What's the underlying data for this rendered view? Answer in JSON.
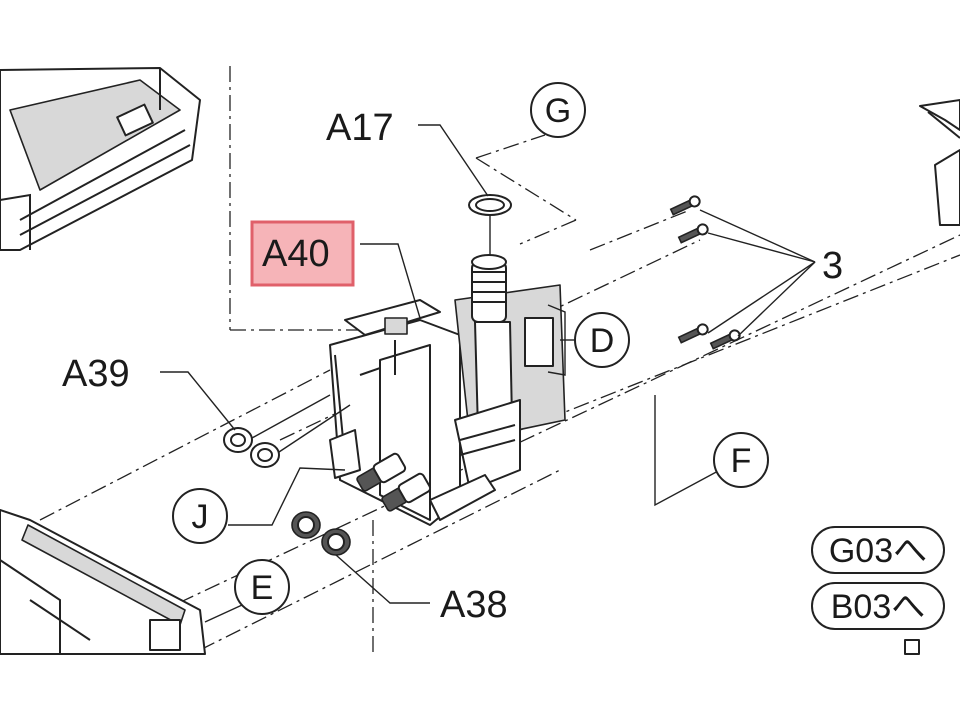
{
  "labels": {
    "a17": "A17",
    "a40": "A40",
    "a39": "A39",
    "a38": "A38",
    "three": "3"
  },
  "circled": {
    "g": "G",
    "d": "D",
    "f": "F",
    "j": "J",
    "e": "E"
  },
  "refs": {
    "g03": "G03へ",
    "b03": "B03へ"
  },
  "highlight_color": "#f6b4b8"
}
